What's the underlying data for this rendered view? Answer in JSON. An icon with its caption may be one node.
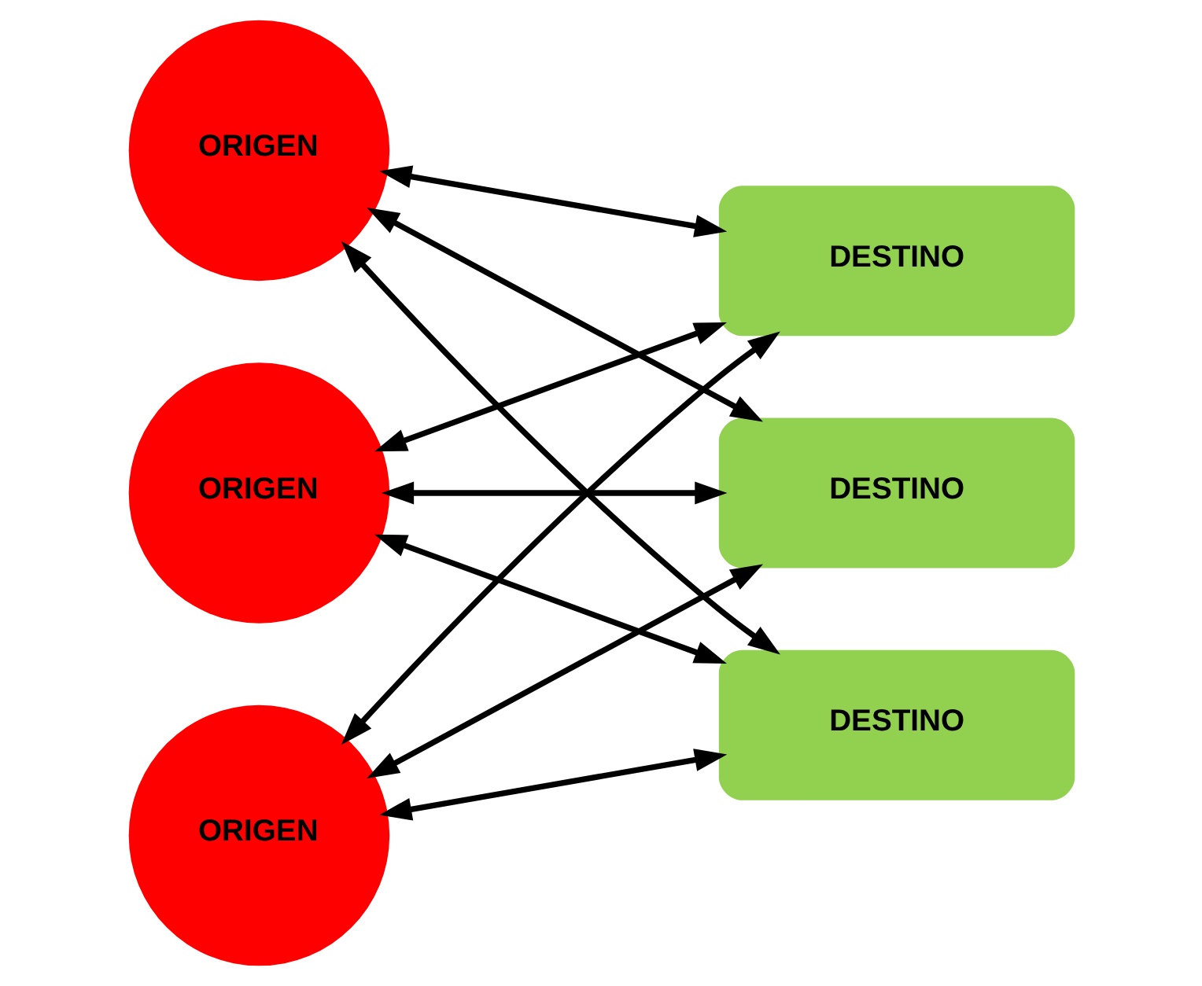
{
  "diagram": {
    "nodes": [
      {
        "text": [
          "ORIGEN"
        ]
      },
      {
        "text": [
          "DESTINO"
        ]
      },
      {
        "text": [
          "ORIGEN"
        ]
      },
      {
        "text": [
          "DESTINO"
        ]
      },
      {
        "text": [
          "ORIGEN"
        ]
      },
      {
        "text": [
          "DESTINO"
        ]
      }
    ],
    "edges": [
      {
        "from": 0,
        "to": 1,
        "arrow": "both"
      },
      {
        "from": 0,
        "to": 3,
        "arrow": "both"
      },
      {
        "from": 0,
        "to": 5,
        "arrow": "both"
      },
      {
        "from": 2,
        "to": 1,
        "arrow": "both"
      },
      {
        "from": 2,
        "to": 3,
        "arrow": "both"
      },
      {
        "from": 2,
        "to": 5,
        "arrow": "both"
      },
      {
        "from": 4,
        "to": 1,
        "arrow": "both"
      },
      {
        "from": 4,
        "to": 3,
        "arrow": "both"
      },
      {
        "from": 4,
        "to": 5,
        "arrow": "both"
      }
    ]
  }
}
